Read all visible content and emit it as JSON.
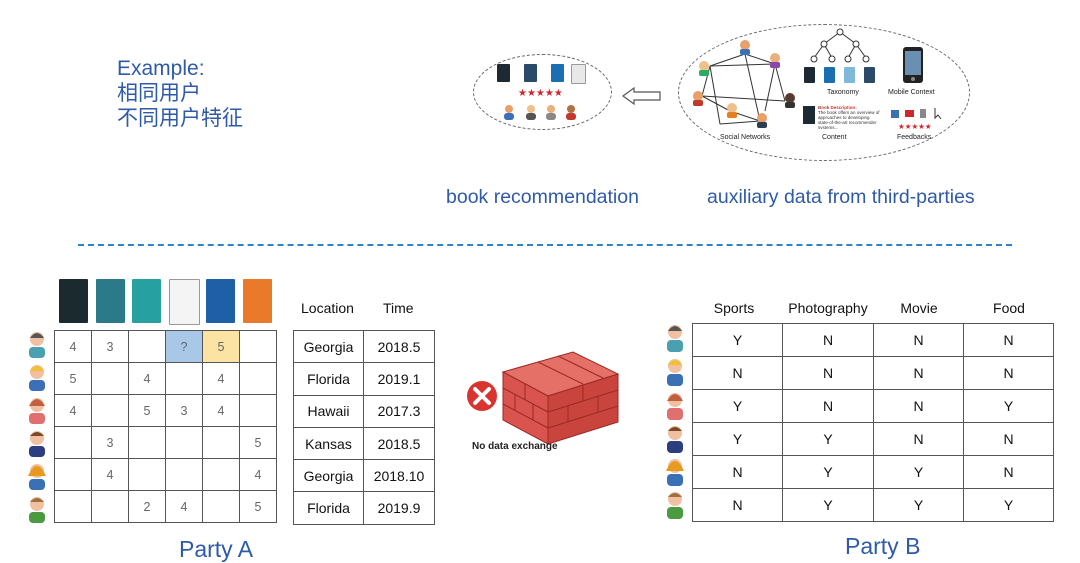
{
  "example": {
    "line1": "Example:",
    "line2": "相同用户",
    "line3": "不同用户特征"
  },
  "top_diagram": {
    "book_caption": "book recommendation",
    "aux_caption": "auxiliary data from third-parties",
    "stars": "★★★★★",
    "labels": {
      "taxonomy": "Taxonomy",
      "mobile_context": "Mobile Context",
      "social_networks": "Social Networks",
      "content": "Content",
      "feedbacks": "Feedbacks",
      "book_description_title": "Book Description:",
      "book_description_text": "The book offers an overview of approaches to developing state-of-the-art recommender systems..."
    }
  },
  "party_a": {
    "label": "Party A",
    "ratings": [
      [
        "4",
        "3",
        "",
        "?",
        "5",
        ""
      ],
      [
        "5",
        "",
        "4",
        "",
        "4",
        ""
      ],
      [
        "4",
        "",
        "5",
        "3",
        "4",
        ""
      ],
      [
        "",
        "3",
        "",
        "",
        "",
        "5"
      ],
      [
        "",
        "4",
        "",
        "",
        "",
        "4"
      ],
      [
        "",
        "",
        "2",
        "4",
        "",
        "5"
      ]
    ],
    "location_header": "Location",
    "time_header": "Time",
    "locations": [
      {
        "location": "Georgia",
        "time": "2018.5"
      },
      {
        "location": "Florida",
        "time": "2019.1"
      },
      {
        "location": "Hawaii",
        "time": "2017.3"
      },
      {
        "location": "Kansas",
        "time": "2018.5"
      },
      {
        "location": "Georgia",
        "time": "2018.10"
      },
      {
        "location": "Florida",
        "time": "2019.9"
      }
    ]
  },
  "firewall": {
    "label": "No data exchange"
  },
  "party_b": {
    "label": "Party B",
    "headers": [
      "Sports",
      "Photography",
      "Movie",
      "Food"
    ],
    "rows": [
      [
        "Y",
        "N",
        "N",
        "N"
      ],
      [
        "N",
        "N",
        "N",
        "N"
      ],
      [
        "Y",
        "N",
        "N",
        "Y"
      ],
      [
        "Y",
        "Y",
        "N",
        "N"
      ],
      [
        "N",
        "Y",
        "Y",
        "N"
      ],
      [
        "N",
        "Y",
        "Y",
        "Y"
      ]
    ]
  },
  "colors": {
    "accent_blue": "#2e5aa8",
    "separator_blue": "#2e82c8",
    "highlight_blue": "#a9c8e8",
    "highlight_yellow": "#fbe3a4",
    "brick_red": "#d9534f"
  }
}
